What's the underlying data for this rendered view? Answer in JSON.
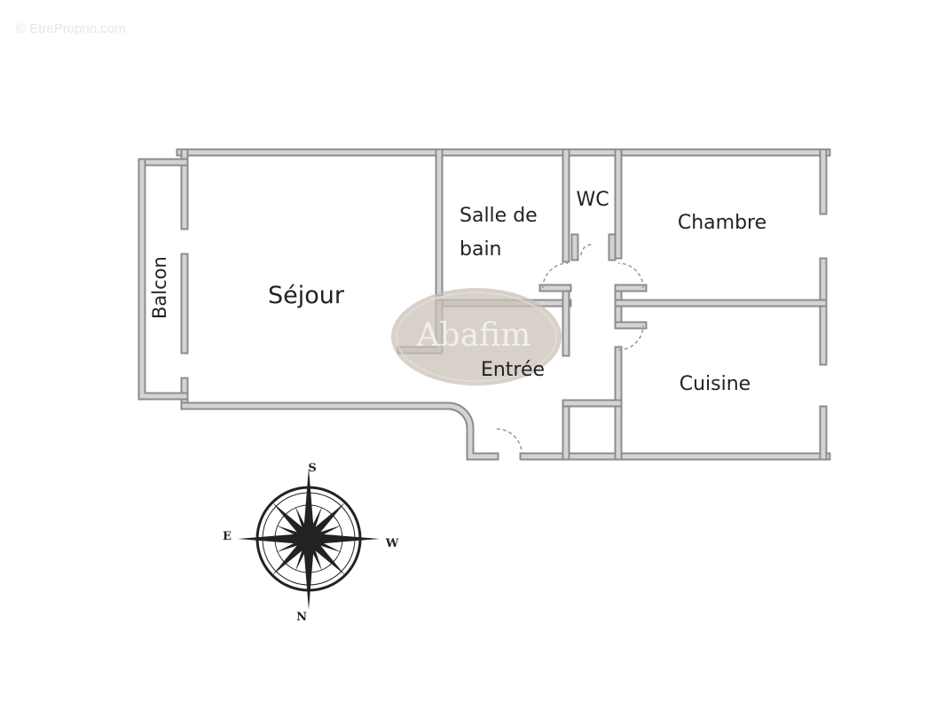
{
  "watermark": "© EtreProprio.com",
  "logo": "Abafim",
  "rooms": {
    "sejour": "Séjour",
    "salle_de_bain_line1": "Salle de",
    "salle_de_bain_line2": "bain",
    "wc": "WC",
    "chambre": "Chambre",
    "entree": "Entrée",
    "cuisine": "Cuisine",
    "balcon": "Balcon"
  },
  "compass": {
    "north": "N",
    "south": "S",
    "east": "E",
    "west": "W"
  },
  "colors": {
    "wall_edge": "#8c8c8c",
    "wall_fill": "#d4d4d4",
    "logo": "#c9c2b8"
  }
}
